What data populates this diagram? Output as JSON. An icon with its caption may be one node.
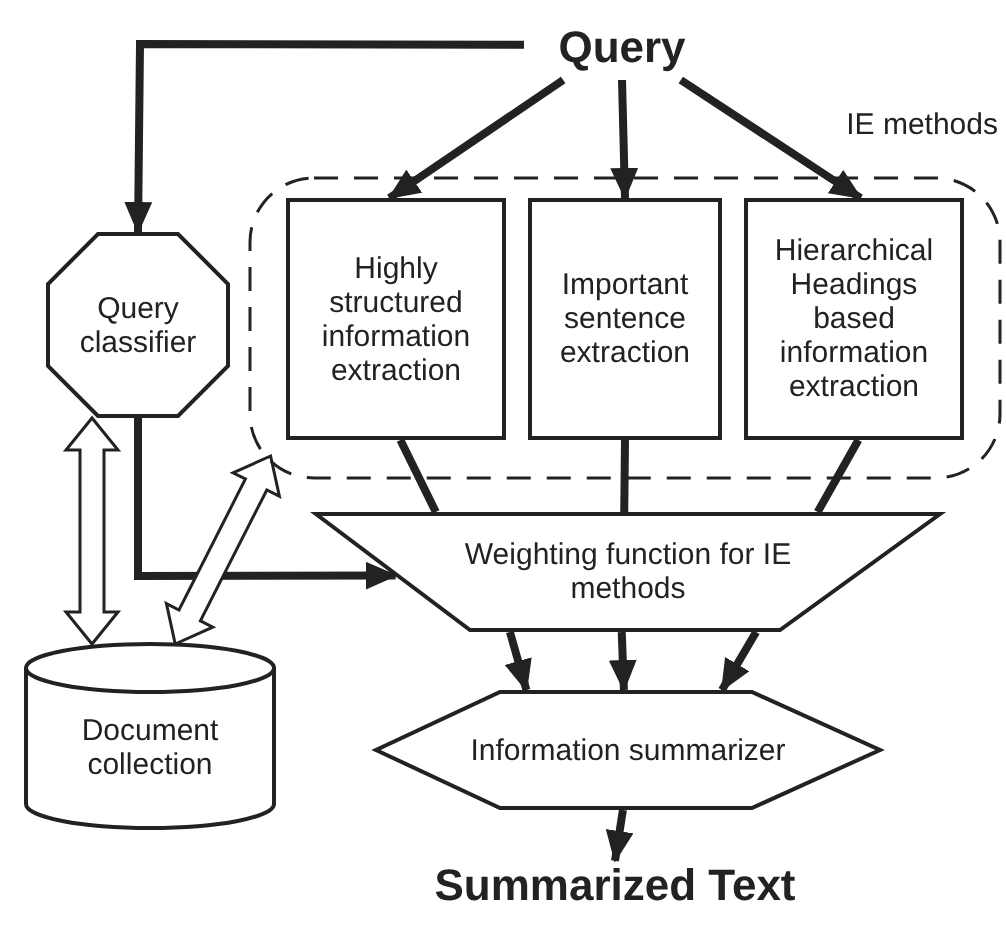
{
  "diagram": {
    "nodes": [
      {
        "text": [
          "Query"
        ]
      },
      {
        "text": [
          "IE methods"
        ]
      },
      {
        "text": [
          "Highly structured information extraction"
        ],
        "in": 1
      },
      {
        "text": [
          "Important sentence extraction"
        ],
        "in": 1
      },
      {
        "text": [
          "Hierarchical Headings based information extraction"
        ],
        "in": 1
      },
      {
        "text": [
          "Query classifier"
        ]
      },
      {
        "text": [
          "Weighting function for IE methods"
        ]
      },
      {
        "text": [
          "Document collection"
        ]
      },
      {
        "text": [
          "Information summarizer"
        ]
      },
      {
        "text": [
          "Summarized Text"
        ]
      }
    ],
    "edges": [
      {
        "from": 0,
        "to": 5,
        "arrow": "to"
      },
      {
        "from": 0,
        "to": 2,
        "arrow": "to"
      },
      {
        "from": 0,
        "to": 3,
        "arrow": "to"
      },
      {
        "from": 0,
        "to": 4,
        "arrow": "to"
      },
      {
        "from": 2,
        "to": 6,
        "arrow": "none"
      },
      {
        "from": 3,
        "to": 6,
        "arrow": "none"
      },
      {
        "from": 4,
        "to": 6,
        "arrow": "none"
      },
      {
        "from": 5,
        "to": 6,
        "arrow": "to"
      },
      {
        "from": 5,
        "to": 7,
        "arrow": "both"
      },
      {
        "from": 7,
        "to": 1,
        "arrow": "both"
      },
      {
        "from": 6,
        "to": 8,
        "arrow": "to"
      },
      {
        "from": 6,
        "to": 8,
        "arrow": "to"
      },
      {
        "from": 6,
        "to": 8,
        "arrow": "to"
      },
      {
        "from": 8,
        "to": 9,
        "arrow": "to"
      }
    ]
  }
}
